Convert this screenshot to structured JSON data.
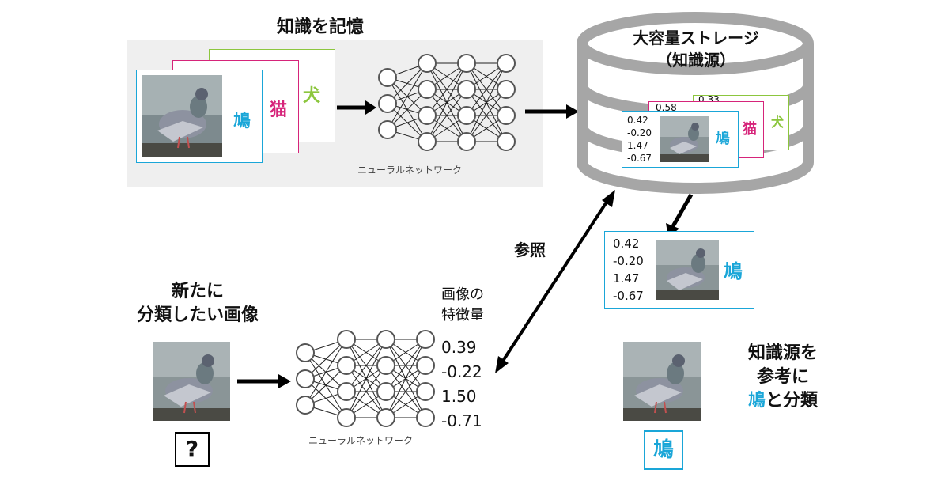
{
  "top": {
    "title": "知識を記憶",
    "card_labels": {
      "pigeon": "鳩",
      "cat": "猫",
      "dog": "犬"
    },
    "nn_caption": "ニューラルネットワーク"
  },
  "storage": {
    "title_line1": "大容量ストレージ",
    "title_line2": "（知識源）",
    "features_front": [
      "0.42",
      "-0.20",
      "1.47",
      "-0.67"
    ],
    "features_back1": [
      "0.58"
    ],
    "features_back2": [
      "0.33"
    ],
    "label_pigeon": "鳩",
    "label_cat": "猫",
    "label_dog": "犬"
  },
  "retrieved": {
    "features": [
      "0.42",
      "-0.20",
      "1.47",
      "-0.67"
    ],
    "label": "鳩"
  },
  "reference_label": "参照",
  "query": {
    "title_line1": "新たに",
    "title_line2": "分類したい画像",
    "unknown": "?",
    "nn_caption": "ニューラルネットワーク",
    "features_title_line1": "画像の",
    "features_title_line2": "特徴量",
    "features": [
      "0.39",
      "-0.22",
      "1.50",
      "-0.71"
    ]
  },
  "result": {
    "line1": "知識源を",
    "line2": "参考に",
    "line3_label": "鳩",
    "line3_rest": "と分類",
    "box_label": "鳩"
  },
  "colors": {
    "pigeon": "#1aa6d8",
    "cat": "#d6247a",
    "dog": "#8cc63e",
    "storage_gray": "#a6a6a6",
    "panel": "#efefef"
  }
}
